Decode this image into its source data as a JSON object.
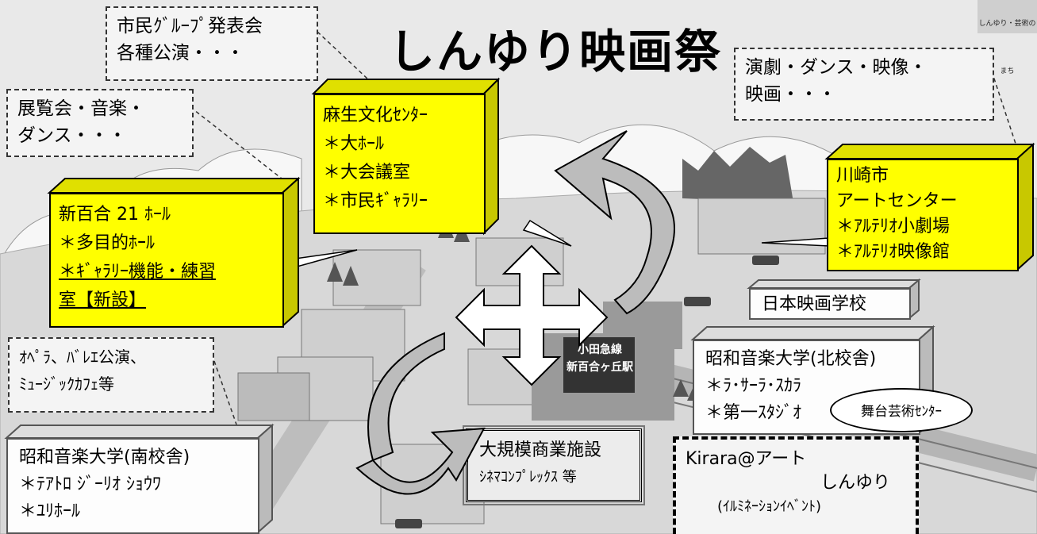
{
  "title": "しんゆり映画祭",
  "logo_text": "しんゆり・芸術のまち",
  "callouts": {
    "citizen_groups": [
      "市民ｸﾞﾙｰﾌﾟ発表会",
      "各種公演・・・"
    ],
    "exhibitions": [
      "展覧会・音楽・",
      "ダンス・・・"
    ],
    "theatre": [
      "演劇・ダンス・映像・",
      "映画・・・"
    ],
    "opera": [
      "ｵﾍﾟﾗ、ﾊﾞﾚｴ公演、",
      "ﾐｭｰｼﾞｯｸｶﾌｪ等"
    ]
  },
  "venues": {
    "asao_center": [
      "麻生文化ｾﾝﾀｰ",
      "＊大ﾎｰﾙ",
      "＊大会議室",
      "＊市民ｷﾞｬﾗﾘｰ"
    ],
    "shinyuri21": [
      "新百合 21 ﾎｰﾙ",
      "＊多目的ﾎｰﾙ",
      "＊ｷﾞｬﾗﾘｰ機能・練習",
      "室【新設】"
    ],
    "kawasaki_art": [
      "川崎市",
      "アートセンター",
      "＊ｱﾙﾃﾘｵ小劇場",
      "＊ｱﾙﾃﾘｵ映像館"
    ]
  },
  "schools": {
    "film_school": "日本映画学校",
    "showa_north": [
      "昭和音楽大学(北校舎)",
      "＊ﾗ･ｻｰﾗ･ｽｶﾗ",
      "＊第一ｽﾀｼﾞｵ"
    ],
    "showa_south": [
      "昭和音楽大学(南校舎)",
      "＊ﾃｱﾄﾛ ｼﾞｰﾘｵ ｼｮｳﾜ",
      "＊ﾕﾘﾎｰﾙ"
    ]
  },
  "stage_center": "舞台芸術ｾﾝﾀｰ",
  "commercial": [
    "大規模商業施設",
    "ｼﾈﾏｺﾝﾌﾟﾚｯｸｽ 等"
  ],
  "kirara": [
    "Kirara@アート",
    "しんゆり",
    "(ｲﾙﾐﾈｰｼｮﾝｲﾍﾞﾝﾄ)"
  ],
  "station_sign": [
    "小田急線",
    "新百合ヶ丘駅"
  ],
  "colors": {
    "venue_fill": "#ffff00",
    "background": "#e9e9e9"
  }
}
